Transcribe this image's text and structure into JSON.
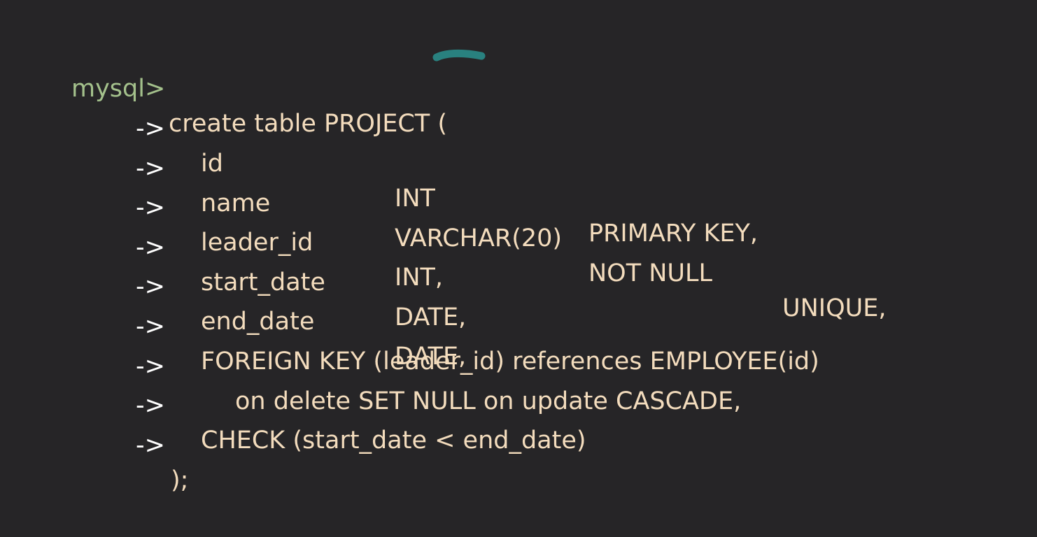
{
  "terminal": {
    "prompt": "mysql>",
    "command": "create table PROJECT (",
    "continuation_prompt": "->",
    "columns": [
      {
        "name": "id",
        "type": "INT",
        "constraint": "PRIMARY KEY,",
        "extra": ""
      },
      {
        "name": "name",
        "type": "VARCHAR(20)",
        "constraint": "NOT NULL",
        "extra": "UNIQUE,"
      },
      {
        "name": "leader_id",
        "type": "INT,",
        "constraint": "",
        "extra": ""
      },
      {
        "name": "start_date",
        "type": "DATE,",
        "constraint": "",
        "extra": ""
      },
      {
        "name": "end_date",
        "type": "DATE,",
        "constraint": "",
        "extra": ""
      }
    ],
    "foreign_key": "FOREIGN KEY (leader_id) references EMPLOYEE(id)",
    "foreign_key_actions": "on delete SET NULL on update CASCADE,",
    "check": "CHECK (start_date < end_date)",
    "closing": ");",
    "colors": {
      "background": "#262527",
      "prompt": "#a4c18c",
      "text": "#f3dcbd",
      "arrow": "#ffffff",
      "highlight": "#2a8c8a"
    }
  }
}
